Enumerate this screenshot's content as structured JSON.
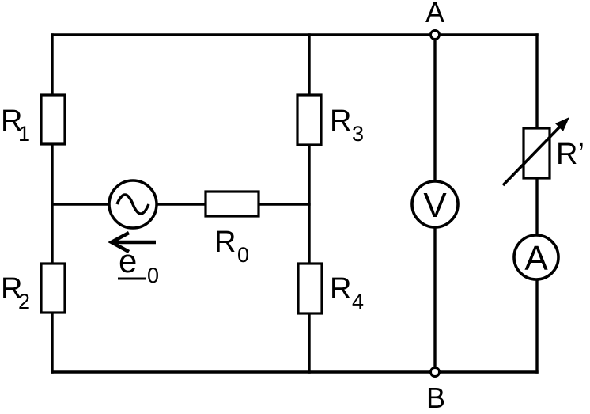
{
  "diagram": {
    "type": "circuit-diagram",
    "background": "#ffffff",
    "stroke_color": "#000000",
    "nodes": {
      "a": "A",
      "b": "B"
    },
    "resistors": {
      "r1": {
        "base": "R",
        "sub": "1"
      },
      "r2": {
        "base": "R",
        "sub": "2"
      },
      "r3": {
        "base": "R",
        "sub": "3"
      },
      "r4": {
        "base": "R",
        "sub": "4"
      },
      "r0": {
        "base": "R",
        "sub": "0"
      },
      "r_prime": {
        "label": "R’"
      }
    },
    "source": {
      "base": "e",
      "sub": "0"
    },
    "meters": {
      "voltmeter": "V",
      "ammeter": "A"
    }
  }
}
